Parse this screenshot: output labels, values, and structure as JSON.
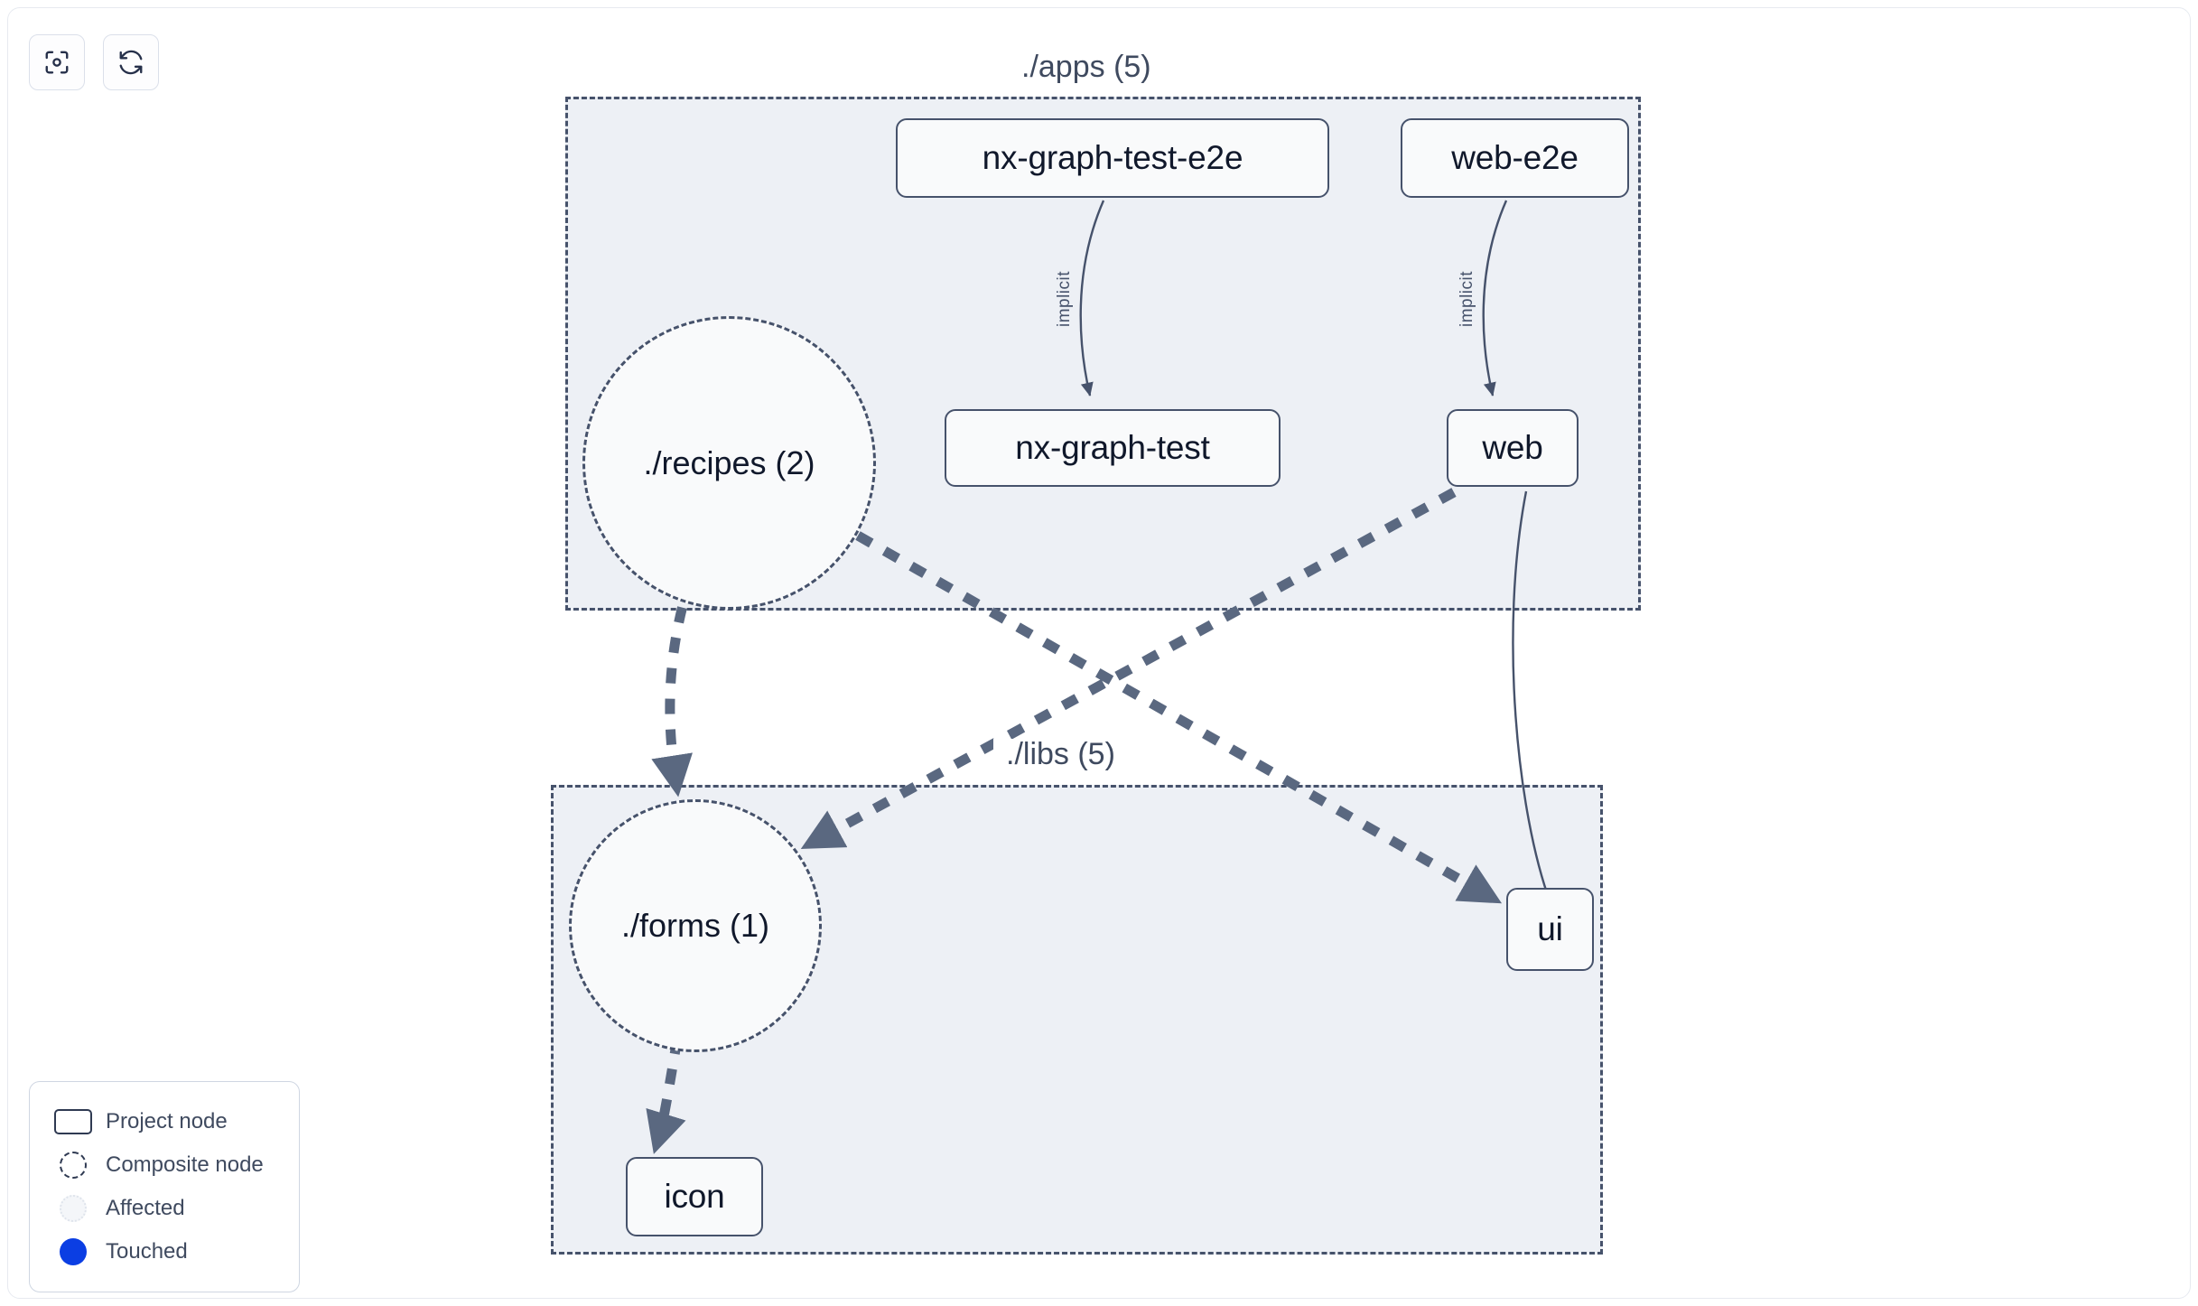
{
  "toolbar": {
    "buttons": [
      {
        "label": "Focus graph",
        "icon": "focus-viewfinder-icon"
      },
      {
        "label": "Refresh graph",
        "icon": "refresh-icon"
      }
    ]
  },
  "graph": {
    "groups": [
      {
        "id": "apps",
        "label": "./apps (5)"
      },
      {
        "id": "libs",
        "label": "./libs (5)"
      }
    ],
    "project_nodes": [
      {
        "id": "nx-graph-test-e2e",
        "label": "nx-graph-test-e2e",
        "group": "apps"
      },
      {
        "id": "web-e2e",
        "label": "web-e2e",
        "group": "apps"
      },
      {
        "id": "nx-graph-test",
        "label": "nx-graph-test",
        "group": "apps"
      },
      {
        "id": "web",
        "label": "web",
        "group": "apps"
      },
      {
        "id": "ui",
        "label": "ui",
        "group": "libs"
      },
      {
        "id": "icon",
        "label": "icon",
        "group": "libs"
      }
    ],
    "composite_nodes": [
      {
        "id": "recipes",
        "label": "./recipes (2)",
        "group": "apps"
      },
      {
        "id": "forms",
        "label": "./forms (1)",
        "group": "libs"
      }
    ],
    "edges": [
      {
        "source": "nx-graph-test-e2e",
        "target": "nx-graph-test",
        "label": "implicit",
        "style": "thin"
      },
      {
        "source": "web-e2e",
        "target": "web",
        "label": "implicit",
        "style": "thin"
      },
      {
        "source": "web",
        "target": "ui",
        "label": "",
        "style": "thin"
      },
      {
        "source": "recipes",
        "target": "forms",
        "label": "",
        "style": "thick-dashed"
      },
      {
        "source": "recipes",
        "target": "ui",
        "label": "",
        "style": "thick-dashed"
      },
      {
        "source": "web",
        "target": "forms",
        "label": "",
        "style": "thick-dashed"
      },
      {
        "source": "forms",
        "target": "icon",
        "label": "",
        "style": "thick-dashed"
      }
    ]
  },
  "legend": {
    "items": [
      {
        "label": "Project node",
        "swatch": "rect"
      },
      {
        "label": "Composite node",
        "swatch": "circle-dashed"
      },
      {
        "label": "Affected",
        "swatch": "circle-affected"
      },
      {
        "label": "Touched",
        "swatch": "circle-touched"
      }
    ]
  },
  "colors": {
    "group_fill": "#edf0f5",
    "stroke": "#46526b",
    "node_fill": "#f9fafb",
    "text": "#10182b",
    "touched": "#0b3ee3",
    "canvas": "#ffffff"
  }
}
